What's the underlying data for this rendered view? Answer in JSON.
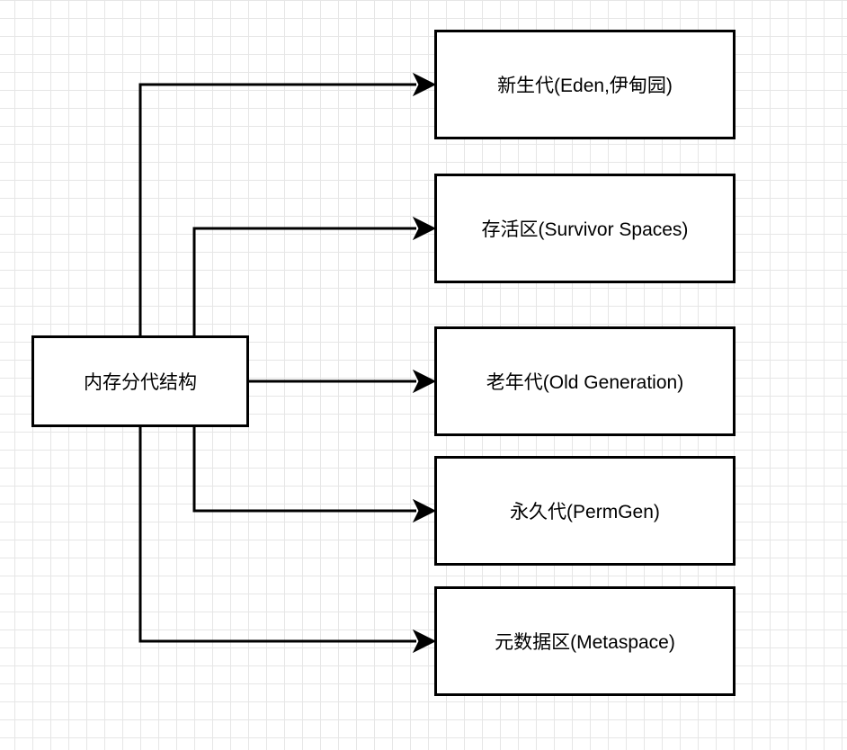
{
  "diagram": {
    "root": {
      "label": "内存分代结构"
    },
    "children": [
      {
        "label": "新生代(Eden,伊甸园)"
      },
      {
        "label": "存活区(Survivor Spaces)"
      },
      {
        "label": "老年代(Old Generation)"
      },
      {
        "label": "永久代(PermGen)"
      },
      {
        "label": "元数据区(Metaspace)"
      }
    ],
    "line_color": "#000000",
    "background_color": "#ffffff",
    "grid_color": "#e6e6e6"
  }
}
